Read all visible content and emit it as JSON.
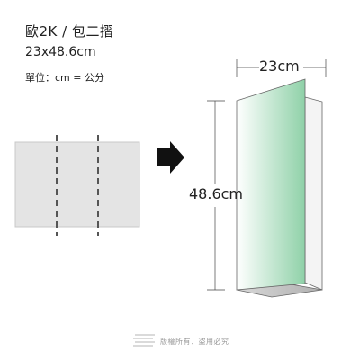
{
  "header": {
    "title": "歐2K / 包二摺",
    "size": "23x48.6cm",
    "unit": "單位：cm = 公分"
  },
  "diagram": {
    "width_label": "23cm",
    "height_label": "48.6cm",
    "arrow_icon": "arrow-right-icon",
    "panel_fill_start": "#ffffff",
    "panel_fill_end": "#8fd1a8"
  },
  "footer": {
    "logo_icon": "stripes-logo-icon",
    "copyright": "版權所有．盜用必究"
  }
}
